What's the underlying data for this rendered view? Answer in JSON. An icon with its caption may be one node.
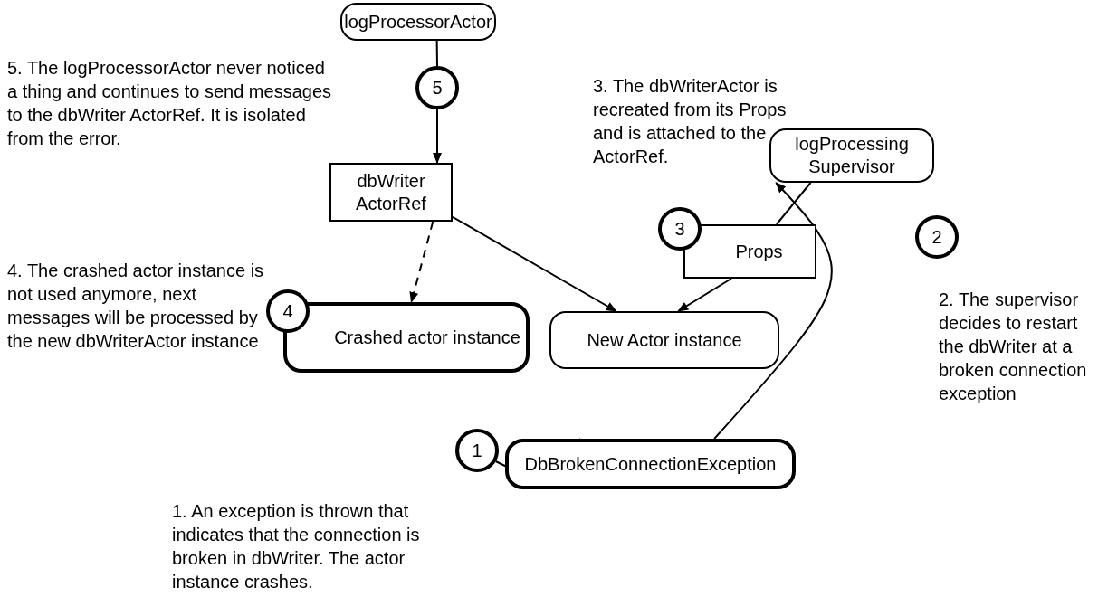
{
  "diagram": {
    "nodes": [
      {
        "text": [
          "logProcessorActor"
        ]
      },
      {
        "text": [
          "5"
        ]
      },
      {
        "text": [
          "dbWriter ActorRef"
        ]
      },
      {
        "text": [
          "logProcessing Supervisor"
        ]
      },
      {
        "text": [
          "3"
        ]
      },
      {
        "text": [
          "Props"
        ]
      },
      {
        "text": [
          "2"
        ]
      },
      {
        "text": [
          "4"
        ]
      },
      {
        "text": [
          "Crashed actor instance"
        ]
      },
      {
        "text": [
          "New Actor instance"
        ]
      },
      {
        "text": [
          "1"
        ]
      },
      {
        "text": [
          "DbBrokenConnectionException"
        ]
      }
    ],
    "edges": [
      {
        "from": 0,
        "to": 1,
        "arrow": "none"
      },
      {
        "from": 1,
        "to": 2,
        "arrow": "to"
      },
      {
        "from": 2,
        "to": 8,
        "arrow": "to",
        "style": "dashed"
      },
      {
        "from": 2,
        "to": 9,
        "arrow": "to"
      },
      {
        "from": 5,
        "to": 9,
        "arrow": "to"
      },
      {
        "from": 11,
        "to": 3,
        "arrow": "to"
      },
      {
        "from": 10,
        "to": 11,
        "arrow": "none"
      },
      {
        "from": 3,
        "to": 5,
        "arrow": "none"
      }
    ],
    "labels": [
      "5. The logProcessorActor never noticed a thing and continues to send messages to the dbWriter ActorRef. It is isolated from the error.",
      "3. The dbWriterActor is recreated from its Props and is attached to the ActorRef.",
      "4. The crashed actor instance is not used anymore, next messages will be processed by the new dbWriterActor instance",
      "2. The supervisor decides to restart the dbWriter at a broken connection exception",
      "1. An exception is thrown that indicates that the connection is broken in dbWriter. The actor instance crashes."
    ]
  }
}
